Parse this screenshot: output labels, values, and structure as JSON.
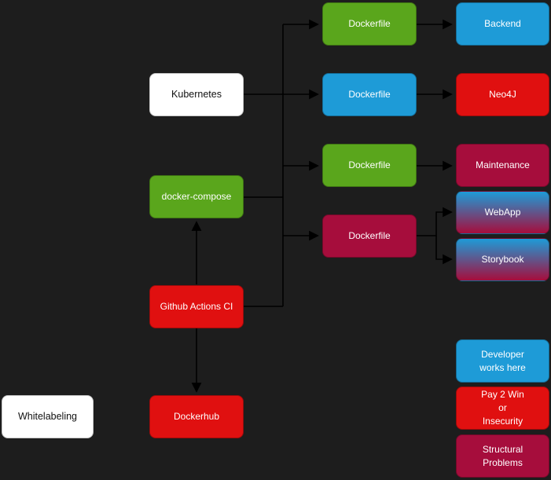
{
  "diagram": {
    "background": "#1d1d1d",
    "colors": {
      "bg": "#1d1d1d",
      "green": "#5aa61c",
      "blue": "#1e9bd7",
      "red": "#e01010",
      "crimson": "#a60d3c",
      "edge": "#000000",
      "white": "#ffffff"
    },
    "nodes": [
      {
        "id": "kubernetes",
        "label": "Kubernetes",
        "color": "white"
      },
      {
        "id": "docker-compose",
        "label": "docker-compose",
        "color": "green"
      },
      {
        "id": "github-actions-ci",
        "label": "Github Actions CI",
        "color": "red"
      },
      {
        "id": "dockerhub",
        "label": "Dockerhub",
        "color": "red"
      },
      {
        "id": "whitelabeling",
        "label": "Whitelabeling",
        "color": "white"
      },
      {
        "id": "dockerfile-backend",
        "label": "Dockerfile",
        "color": "green"
      },
      {
        "id": "dockerfile-neo4j",
        "label": "Dockerfile",
        "color": "blue"
      },
      {
        "id": "dockerfile-maintenance",
        "label": "Dockerfile",
        "color": "green"
      },
      {
        "id": "dockerfile-webapp",
        "label": "Dockerfile",
        "color": "crimson"
      },
      {
        "id": "backend",
        "label": "Backend",
        "color": "blue"
      },
      {
        "id": "neo4j",
        "label": "Neo4J",
        "color": "red"
      },
      {
        "id": "maintenance",
        "label": "Maintenance",
        "color": "crimson"
      },
      {
        "id": "webapp",
        "label": "WebApp",
        "color": "gradient-blue-crimson"
      },
      {
        "id": "storybook",
        "label": "Storybook",
        "color": "gradient-blue-crimson"
      },
      {
        "id": "legend-developer",
        "label": "Developer\nworks here",
        "color": "blue"
      },
      {
        "id": "legend-pay2win",
        "label": "Pay 2 Win\nor\nInsecurity",
        "color": "red"
      },
      {
        "id": "legend-structural",
        "label": "Structural Problems",
        "color": "crimson"
      }
    ],
    "edges": [
      {
        "from": "kubernetes",
        "to": "junction"
      },
      {
        "from": "docker-compose",
        "to": "junction"
      },
      {
        "from": "github-actions-ci",
        "to": "junction"
      },
      {
        "from": "junction",
        "to": "dockerfile-backend"
      },
      {
        "from": "junction",
        "to": "dockerfile-neo4j"
      },
      {
        "from": "junction",
        "to": "dockerfile-maintenance"
      },
      {
        "from": "junction",
        "to": "dockerfile-webapp"
      },
      {
        "from": "dockerfile-backend",
        "to": "backend"
      },
      {
        "from": "dockerfile-neo4j",
        "to": "neo4j"
      },
      {
        "from": "dockerfile-maintenance",
        "to": "maintenance"
      },
      {
        "from": "dockerfile-webapp",
        "to": "webapp"
      },
      {
        "from": "dockerfile-webapp",
        "to": "storybook"
      },
      {
        "from": "github-actions-ci",
        "to": "docker-compose"
      },
      {
        "from": "github-actions-ci",
        "to": "dockerhub"
      }
    ]
  }
}
